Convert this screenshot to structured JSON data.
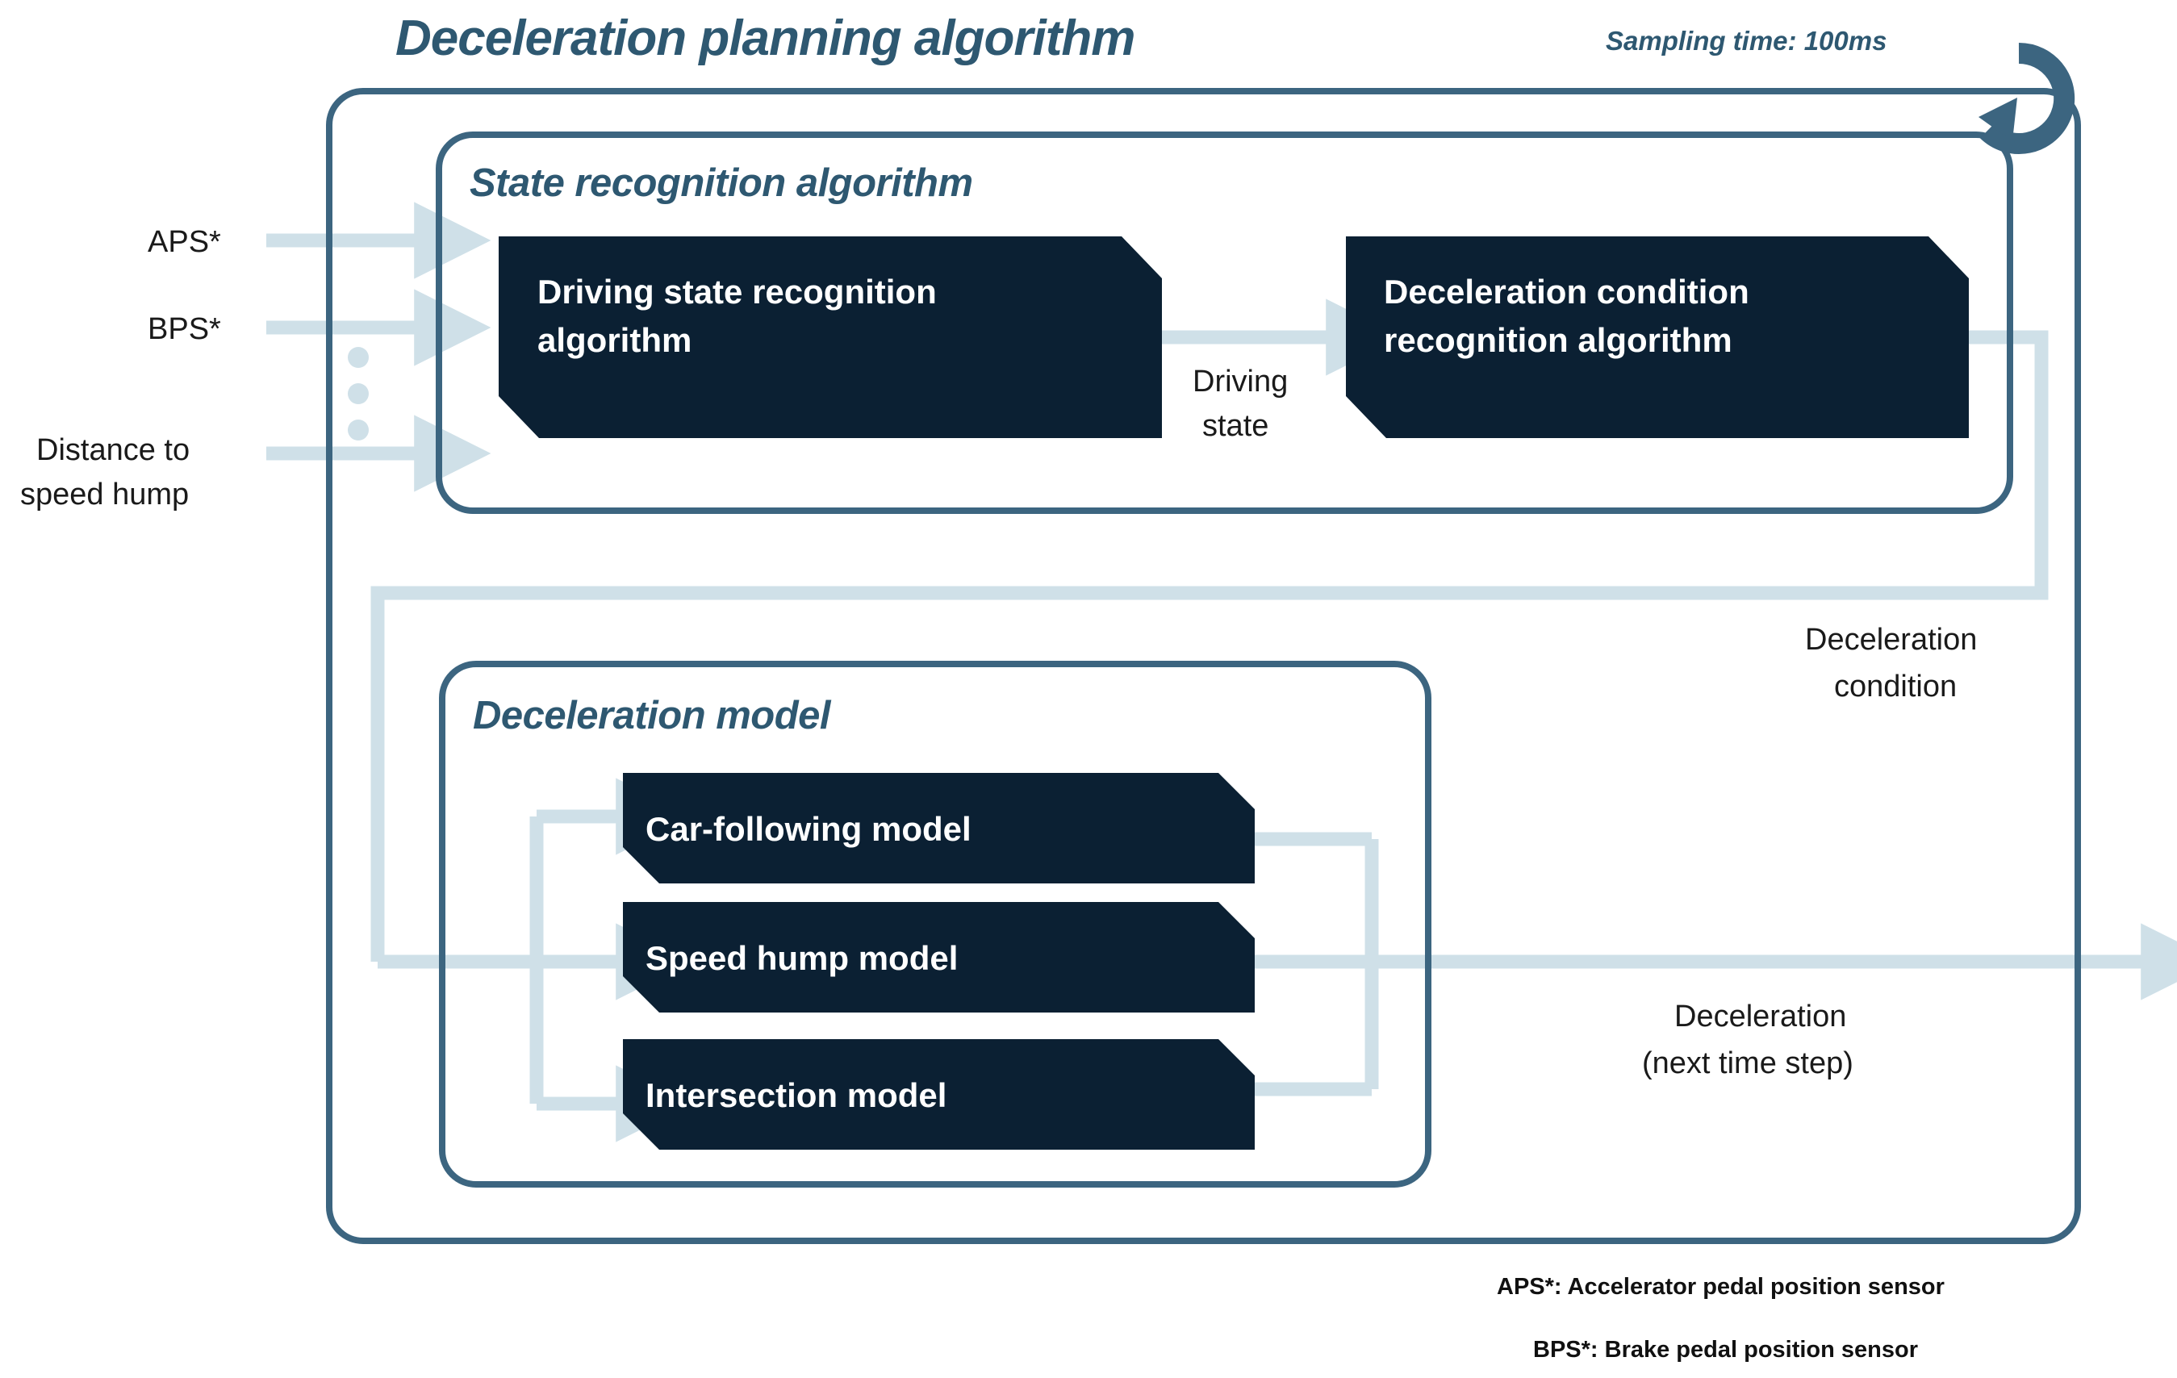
{
  "diagram": {
    "title": "Deceleration planning algorithm",
    "sampling_note": "Sampling time: 100ms",
    "loop_icon": "cycle-arrow-icon",
    "colors": {
      "panel_border": "#3c6580",
      "block_fill": "#0b2033",
      "flow_line": "#cfe0e8",
      "title_text": "#2e5871",
      "block_text": "#ffffff",
      "label_text": "#1a1a1a"
    },
    "panels": {
      "state_recognition": {
        "title": "State recognition algorithm",
        "blocks": [
          {
            "label_line1": "Driving state recognition",
            "label_line2": "algorithm"
          },
          {
            "label_line1": "Deceleration condition",
            "label_line2": "recognition algorithm"
          }
        ],
        "internal_flow_label_line1": "Driving",
        "internal_flow_label_line2": "state"
      },
      "deceleration_model": {
        "title": "Deceleration model",
        "blocks": [
          {
            "label": "Car-following model"
          },
          {
            "label": "Speed hump model"
          },
          {
            "label": "Intersection model"
          }
        ]
      }
    },
    "inputs": [
      {
        "label": "APS*"
      },
      {
        "label": "BPS*"
      },
      {
        "label_line1": "Distance to",
        "label_line2": "speed hump"
      }
    ],
    "input_ellipsis": "vertical-dots",
    "signals": {
      "deceleration_condition_line1": "Deceleration",
      "deceleration_condition_line2": "condition",
      "output_line1": "Deceleration",
      "output_line2": "(next time step)"
    },
    "footnotes": [
      {
        "text": "APS*: Accelerator pedal position sensor"
      },
      {
        "text": "BPS*: Brake pedal position sensor"
      }
    ]
  }
}
